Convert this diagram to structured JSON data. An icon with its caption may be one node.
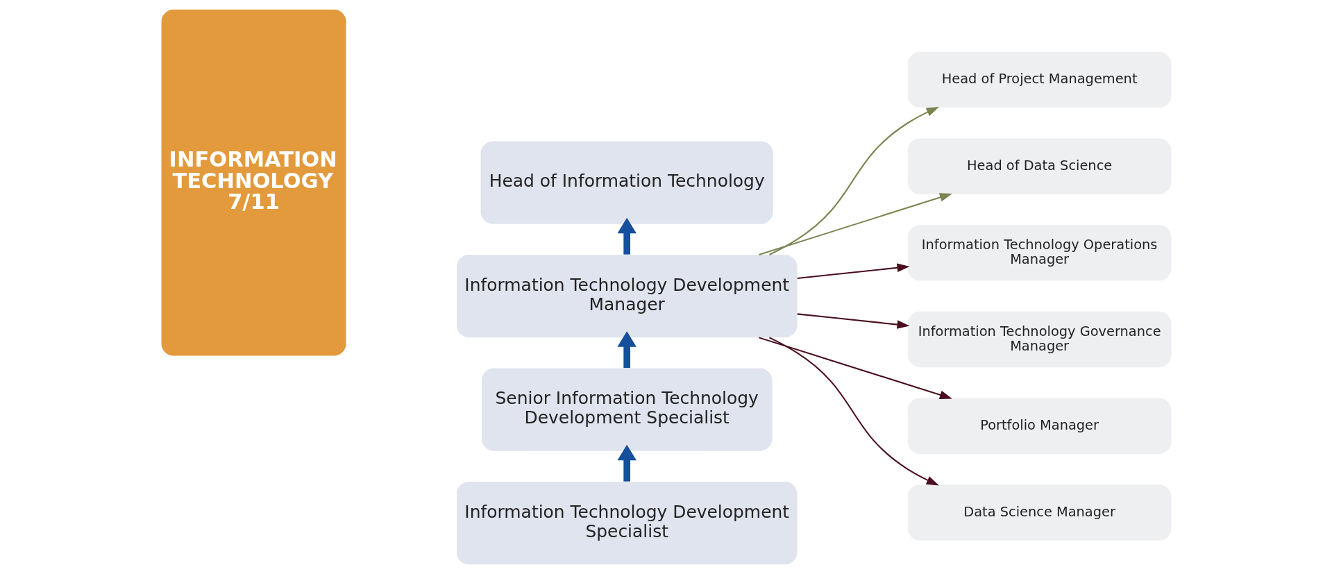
{
  "diagram": {
    "nodes": [
      {
        "text": [
          "INFORMATION TECHNOLOGY 7/11"
        ]
      },
      {
        "text": [
          "Head of Information Technology"
        ]
      },
      {
        "text": [
          "Information Technology Development Manager"
        ]
      },
      {
        "text": [
          "Senior Information Technology Development Specialist"
        ]
      },
      {
        "text": [
          "Information Technology Development Specialist"
        ]
      },
      {
        "text": [
          "Head of Project Management"
        ]
      },
      {
        "text": [
          "Head of Data Science"
        ]
      },
      {
        "text": [
          "Information Technology Operations Manager"
        ]
      },
      {
        "text": [
          "Information Technology Governance Manager"
        ]
      },
      {
        "text": [
          "Portfolio Manager"
        ]
      },
      {
        "text": [
          "Data Science Manager"
        ]
      }
    ],
    "edges": [
      {
        "from": 2,
        "to": 1,
        "arrow": "to",
        "style": "thick",
        "color": "#164f9b"
      },
      {
        "from": 3,
        "to": 2,
        "arrow": "to",
        "style": "thick",
        "color": "#164f9b"
      },
      {
        "from": 4,
        "to": 3,
        "arrow": "to",
        "style": "thick",
        "color": "#164f9b"
      },
      {
        "from": 2,
        "to": 5,
        "arrow": "to",
        "color": "#7a8450"
      },
      {
        "from": 2,
        "to": 6,
        "arrow": "to",
        "color": "#7a8450"
      },
      {
        "from": 2,
        "to": 7,
        "arrow": "to",
        "color": "#4a0e1e"
      },
      {
        "from": 2,
        "to": 8,
        "arrow": "to",
        "color": "#4a0e1e"
      },
      {
        "from": 2,
        "to": 9,
        "arrow": "to",
        "color": "#4a0e1e"
      },
      {
        "from": 2,
        "to": 10,
        "arrow": "to",
        "color": "#4a0e1e"
      }
    ]
  }
}
